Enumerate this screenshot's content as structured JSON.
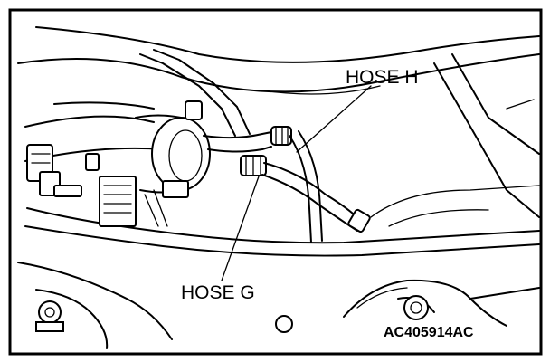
{
  "labels": {
    "hose_h": "HOSE H",
    "hose_g": "HOSE G",
    "figure_id": "AC405914AC"
  },
  "colors": {
    "ink": "#000000",
    "paper": "#ffffff"
  }
}
